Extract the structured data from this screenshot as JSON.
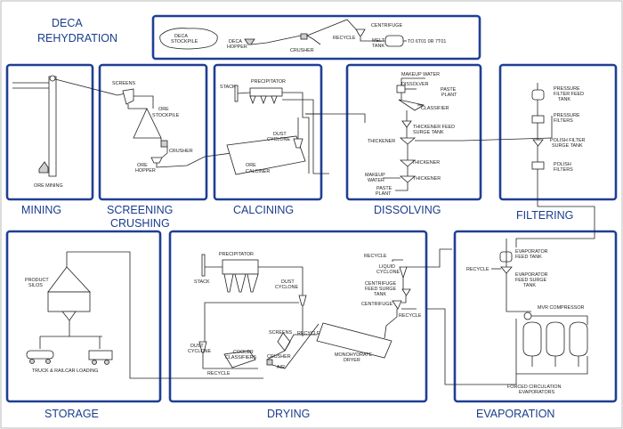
{
  "diagram": {
    "sections": {
      "deca_rehydration": [
        "DECA",
        "REHYDRATION"
      ],
      "mining": "MINING",
      "screening_crushing": [
        "SCREENING",
        "CRUSHING"
      ],
      "calcining": "CALCINING",
      "dissolving": "DISSOLVING",
      "filtering": "FILTERING",
      "storage": "STORAGE",
      "drying": "DRYING",
      "evaporation": "EVAPORATION"
    },
    "labels": {
      "deca_stockpile": [
        "DECA",
        "STOCKPILE"
      ],
      "deca_hopper": [
        "DECA",
        "HOPPER"
      ],
      "crusher_top": "CRUSHER",
      "recycle_top": "RECYCLE",
      "centrifuge_top": "CENTRIFUGE",
      "melt_tank": [
        "MELT",
        "TANK"
      ],
      "to_6t01": "TO 6T01 0R 7T01",
      "ore_mining": "ORE MINING",
      "screens_sc": "SCREENS",
      "ore_stockpile": [
        "ORE",
        "STOCKPILE"
      ],
      "crusher_sc": "CRUSHER",
      "ore_hopper": [
        "ORE",
        "HOPPER"
      ],
      "stack_cal": "STACK",
      "precipitator_cal": "PRECIPITATOR",
      "dust_cyclone_cal": [
        "DUST",
        "CYCLONE"
      ],
      "ore_calciner": [
        "ORE",
        "CALCINER"
      ],
      "makeup_water_1": "MAKEUP WATER",
      "dissolver": "DISSOLVER",
      "paste_plant_1": [
        "PASTE",
        "PLANT"
      ],
      "classifier": "CLASSIFIER",
      "thickener_feed": [
        "THICKENER FEED",
        "SURGE TANK"
      ],
      "thickener_1": "THICKENER",
      "thickener_2": "THICKENER",
      "makeup_water_2": [
        "MAKEUP",
        "WATER"
      ],
      "thickener_3": "THICKENER",
      "paste_plant_2": [
        "PASTE",
        "PLANT"
      ],
      "pressure_filter_feed": [
        "PRESSURE",
        "FILTER FEED",
        "TANK"
      ],
      "pressure_filters": [
        "PRESSURE",
        "FILTERS"
      ],
      "polish_filter_surge": [
        "POLISH FILTER",
        "SURGE TANK"
      ],
      "polish_filters": [
        "POLISH",
        "FILTERS"
      ],
      "product_silos": [
        "PRODUCT",
        "SILOS"
      ],
      "truck_railcar": "TRUCK & RAILCAR LOADING",
      "precipitator_dry": "PRECIPITATOR",
      "stack_dry": "STACK",
      "dust_cyclone_dry1": [
        "DUST",
        "CYCLONE"
      ],
      "screens_dry": "SCREENS",
      "recycle_dry1": "RECYCLE",
      "dust_cyclone_dry2": [
        "DUST",
        "CYCLONE"
      ],
      "cooler_classifiers": [
        "COOLER",
        "CLASSIFIERS"
      ],
      "crusher_dry": "CRUSHER",
      "air": "AIR",
      "recycle_dry2": "RECYCLE",
      "recycle_dry3": "RECYCLE",
      "liquid_cyclone": [
        "LIQUID",
        "CYCLONE"
      ],
      "centrifuge_feed": [
        "CENTRIFUGE",
        "FEED SURGE",
        "TANK"
      ],
      "centrifuge_dry": "CENTRIFUGE",
      "recycle_dry4": "RECYCLE",
      "monohydrate_dryer": [
        "MONOHYDRATE",
        "DRYER"
      ],
      "evap_feed_tank": [
        "EVAPORATOR",
        "FEED TANK"
      ],
      "recycle_evap": "RECYCLE",
      "evap_feed_surge": [
        "EVAPORATOR",
        "FEED SURGE",
        "TANK"
      ],
      "mvr_compressor": "MVR COMPRESSOR",
      "forced_circulation": [
        "FORCED CIRCULATION",
        "EVAPORATORS"
      ]
    }
  }
}
